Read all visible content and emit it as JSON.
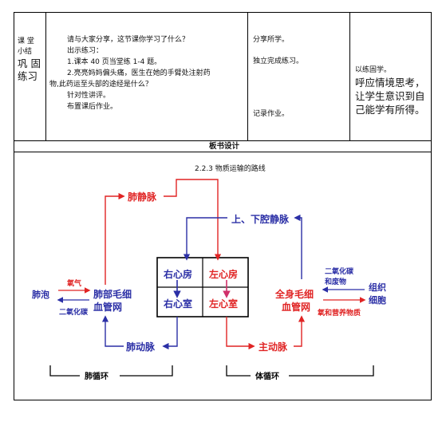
{
  "table": {
    "row1": {
      "category_lines": [
        "课  堂",
        "小结",
        "巩 固",
        "练习"
      ],
      "teacher": [
        "请与大家分享，这节课你学习了什么？",
        "出示练习：",
        "1.课本 40 页当堂练 1-4 题。",
        "2.亮亮妈妈偏头痛，医生在她的手臂处注射药",
        "物,此药运至头部的途经是什么？",
        "针对性讲评。",
        "布置课后作业。"
      ],
      "student": [
        "分享所学。",
        "独立完成练习。",
        "记录作业。"
      ],
      "intent": [
        "以练固学。",
        "呼应情境思考，",
        "让学生意识到自",
        "己能学有所得。"
      ]
    },
    "row2": {
      "header": "板书设计"
    }
  },
  "diagram": {
    "title": "2.2.3 物质运输的路线",
    "labels": {
      "pulmonary_vein": "肺静脉",
      "vena_cava": "上、下腔静脉",
      "right_atrium": "右心房",
      "left_atrium": "左心房",
      "right_ventricle": "右心室",
      "left_ventricle": "左心室",
      "lung_capillary_l1": "肺部毛细",
      "lung_capillary_l2": "血管网",
      "body_capillary_l1": "全身毛细",
      "body_capillary_l2": "血管网",
      "alveoli": "肺泡",
      "oxygen": "氧气",
      "co2_left": "二氧化碳",
      "co2_waste_l1": "二氧化碳",
      "co2_waste_l2": "和废物",
      "tissue_l1": "组织",
      "tissue_l2": "细胞",
      "oxygen_nutrients": "氧和营养物质",
      "pulmonary_artery": "肺动脉",
      "aorta": "主动脉",
      "pulmonary_circulation": "肺循环",
      "systemic_circulation": "体循环"
    },
    "colors": {
      "red": "#e02424",
      "blue": "#2b2fa6",
      "black": "#000000"
    }
  }
}
